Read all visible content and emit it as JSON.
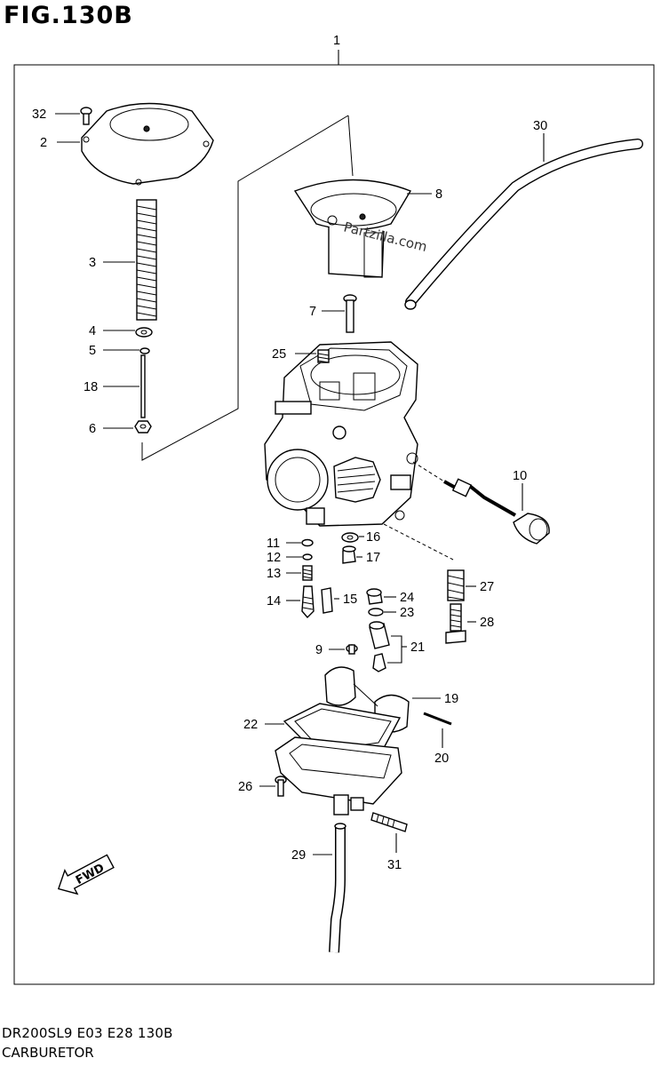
{
  "figure": {
    "title": "FIG.130B",
    "watermark": "Partzilla.com",
    "footer_code": "DR200SL9 E03 E28 130B",
    "footer_name": "CARBURETOR",
    "fwd_label": "FWD"
  },
  "callouts": {
    "p1": "1",
    "p2": "2",
    "p3": "3",
    "p4": "4",
    "p5": "5",
    "p6": "6",
    "p7": "7",
    "p8": "8",
    "p9": "9",
    "p10": "10",
    "p11": "11",
    "p12": "12",
    "p13": "13",
    "p14": "14",
    "p15": "15",
    "p16": "16",
    "p17": "17",
    "p18": "18",
    "p19": "19",
    "p20": "20",
    "p21": "21",
    "p22": "22",
    "p23": "23",
    "p24": "24",
    "p25": "25",
    "p26": "26",
    "p27": "27",
    "p28": "28",
    "p29": "29",
    "p30": "30",
    "p31": "31",
    "p32": "32"
  }
}
